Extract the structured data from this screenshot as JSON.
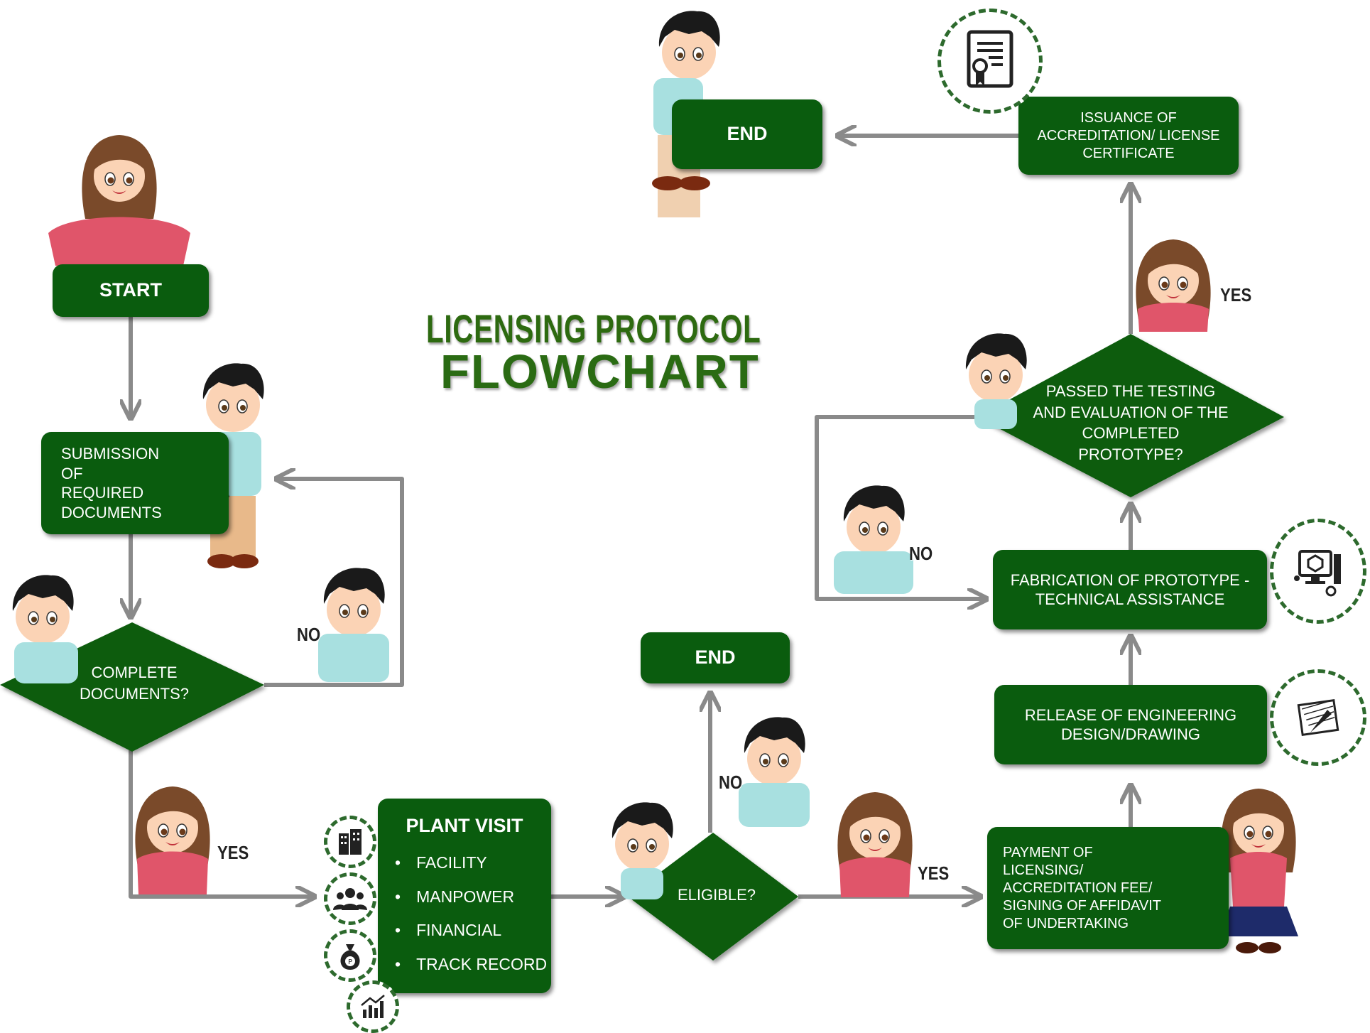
{
  "title": {
    "line1": "LICENSING PROTOCOL",
    "line2": "FLOWCHART"
  },
  "nodes": {
    "start": "START",
    "submission": "SUBMISSION OF REQUIRED DOCUMENTS",
    "complete_docs": "COMPLETE DOCUMENTS?",
    "plant_visit": {
      "title": "PLANT VISIT",
      "items": [
        "FACILITY",
        "MANPOWER",
        "FINANCIAL",
        "TRACK RECORD"
      ]
    },
    "eligible": "ELIGIBLE?",
    "end_mid": "END",
    "payment": "PAYMENT OF LICENSING/ ACCREDITATION FEE/ SIGNING OF AFFIDAVIT OF UNDERTAKING",
    "release": "RELEASE OF ENGINEERING DESIGN/DRAWING",
    "fabrication": "FABRICATION  OF PROTOTYPE -TECHNICAL ASSISTANCE",
    "passed": "PASSED THE TESTING AND EVALUATION OF THE COMPLETED PROTOTYPE?",
    "issuance": "ISSUANCE OF ACCREDITATION/ LICENSE CERTIFICATE",
    "end_top": "END"
  },
  "labels": {
    "no_docs": "NO",
    "yes_docs": "YES",
    "no_eligible": "NO",
    "yes_eligible": "YES",
    "no_passed": "NO",
    "yes_passed": "YES"
  },
  "icons": [
    "building-icon",
    "people-icon",
    "money-bag-icon",
    "growth-chart-icon",
    "drawing-icon",
    "computer-gear-icon",
    "certificate-icon"
  ],
  "colors": {
    "box_green": "#0a5c0e",
    "arrow_gray": "#8a8a8a",
    "title_green": "#2d6a10",
    "icon_ring": "#2d6a2d"
  }
}
